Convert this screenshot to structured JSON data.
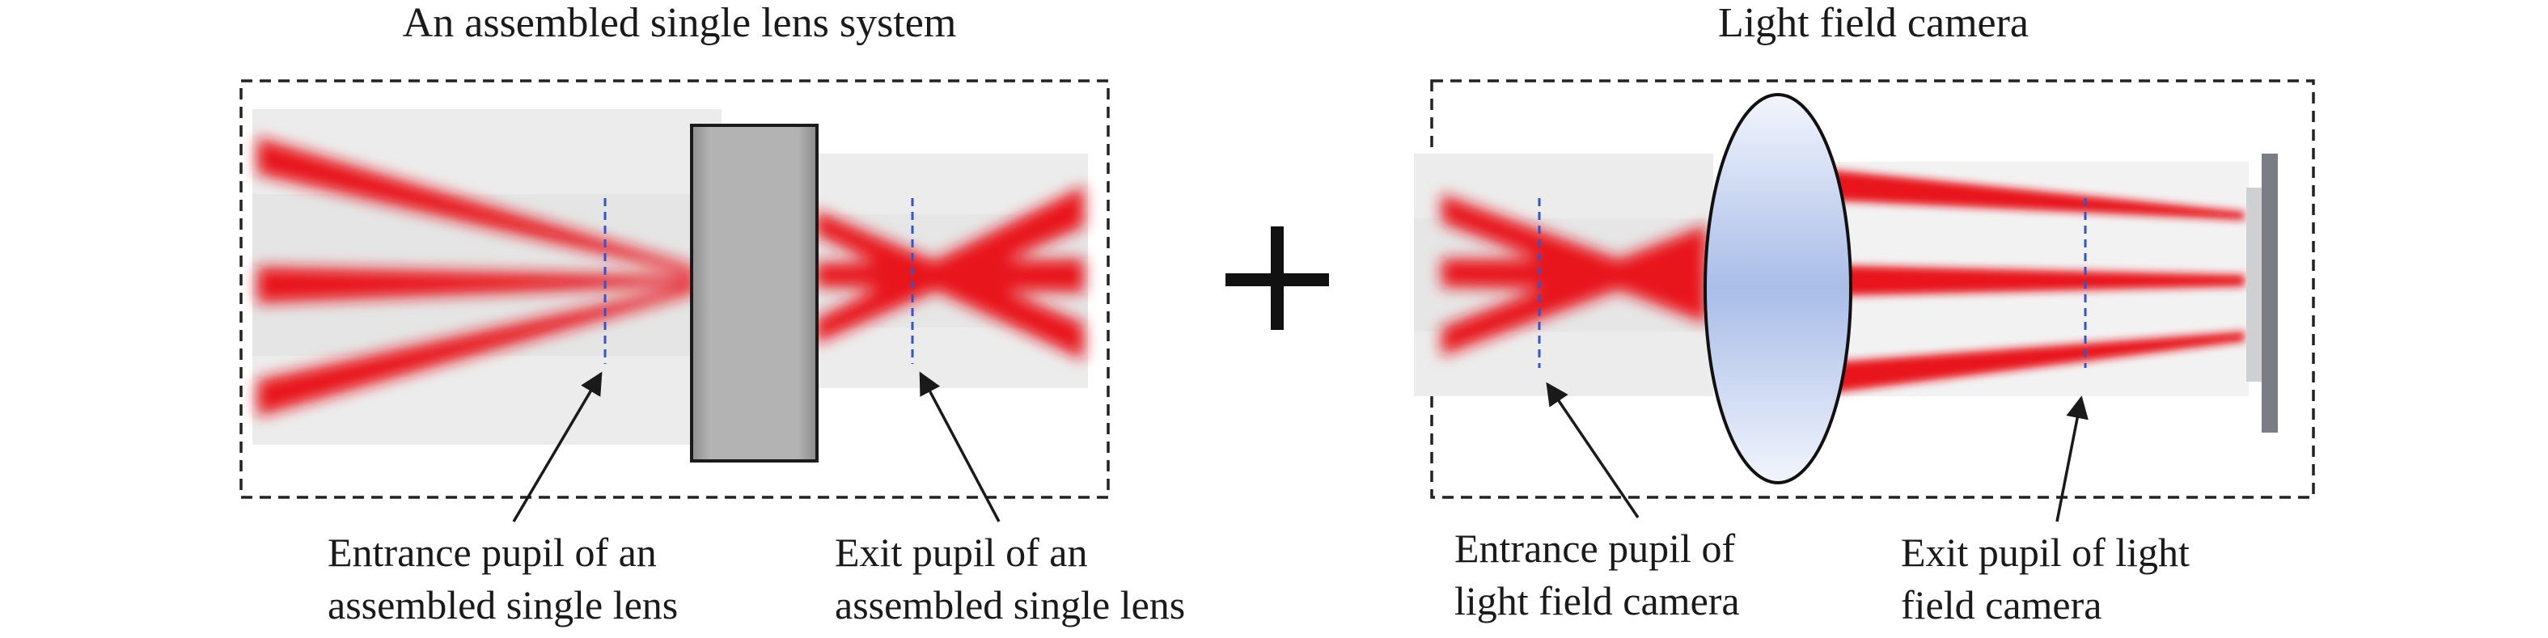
{
  "left_panel": {
    "title": "An assembled single lens system",
    "entrance_label": {
      "line1": "Entrance pupil of an",
      "line2": "assembled single lens"
    },
    "exit_label": {
      "line1": "Exit pupil of an",
      "line2": "assembled single lens"
    }
  },
  "right_panel": {
    "title": "Light field camera",
    "entrance_label": {
      "line1": "Entrance pupil of",
      "line2": "light field camera"
    },
    "exit_label": {
      "line1": "Exit pupil of light",
      "line2": "field camera"
    }
  },
  "combine_symbol": "+",
  "colors": {
    "beam": "#e8141e",
    "pupil_line": "#3355cc",
    "lens_block": "#a8a8a8",
    "lens_fill_center": "#a9bde8",
    "sensor": "#7a7e84",
    "frame": "#222222"
  },
  "icons": {
    "lens_block": "thick-lens-block",
    "biconvex_lens": "biconvex-lens",
    "sensor": "image-sensor"
  }
}
